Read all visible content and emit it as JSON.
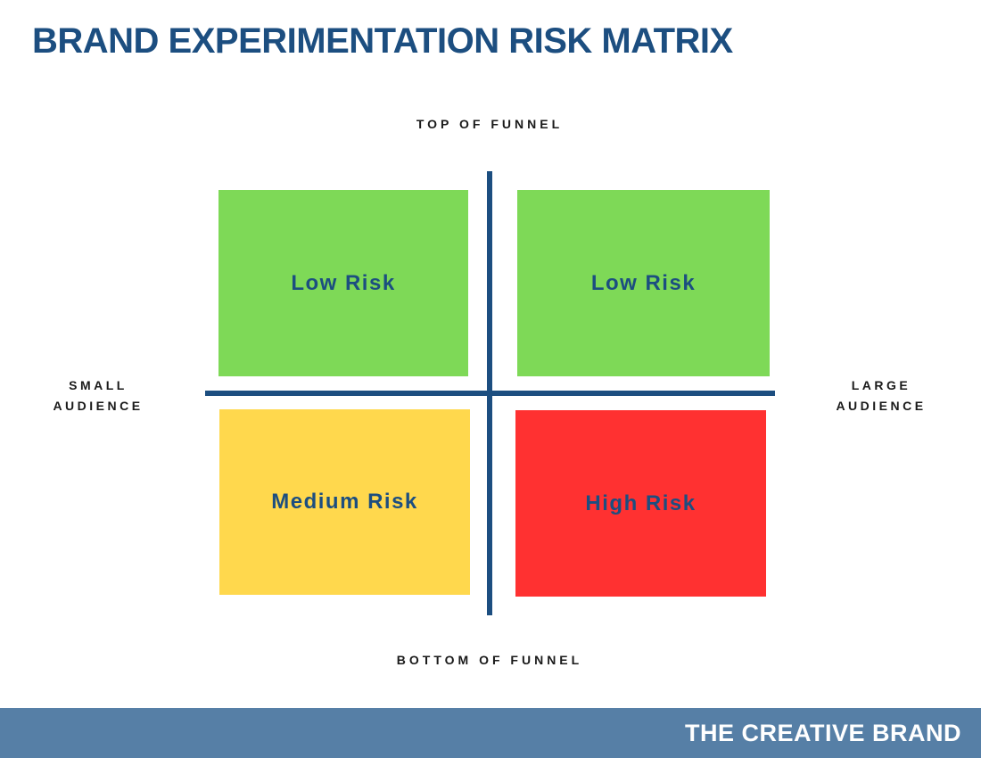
{
  "page": {
    "title": "BRAND EXPERIMENTATION RISK MATRIX"
  },
  "axes": {
    "top_label": "TOP OF FUNNEL",
    "bottom_label": "BOTTOM OF FUNNEL",
    "left_label_line1": "SMALL",
    "left_label_line2": "AUDIENCE",
    "right_label_line1": "LARGE",
    "right_label_line2": "AUDIENCE",
    "axis_color": "#1C4E80"
  },
  "quadrants": [
    {
      "position": "top-left",
      "label": "Low Risk",
      "color": "#7ED957"
    },
    {
      "position": "top-right",
      "label": "Low Risk",
      "color": "#7ED957"
    },
    {
      "position": "bottom-left",
      "label": "Medium Risk",
      "color": "#FFD84D"
    },
    {
      "position": "bottom-right",
      "label": "High Risk",
      "color": "#FF3131"
    }
  ],
  "footer": {
    "brand_name": "THE CREATIVE BRAND",
    "bar_color": "#567FA6",
    "text_color": "#FFFFFF"
  },
  "colors": {
    "title_text": "#1C4E80",
    "quadrant_text": "#1C4E80",
    "axis_label_text": "#1A1A1A",
    "background": "#FFFFFF"
  }
}
